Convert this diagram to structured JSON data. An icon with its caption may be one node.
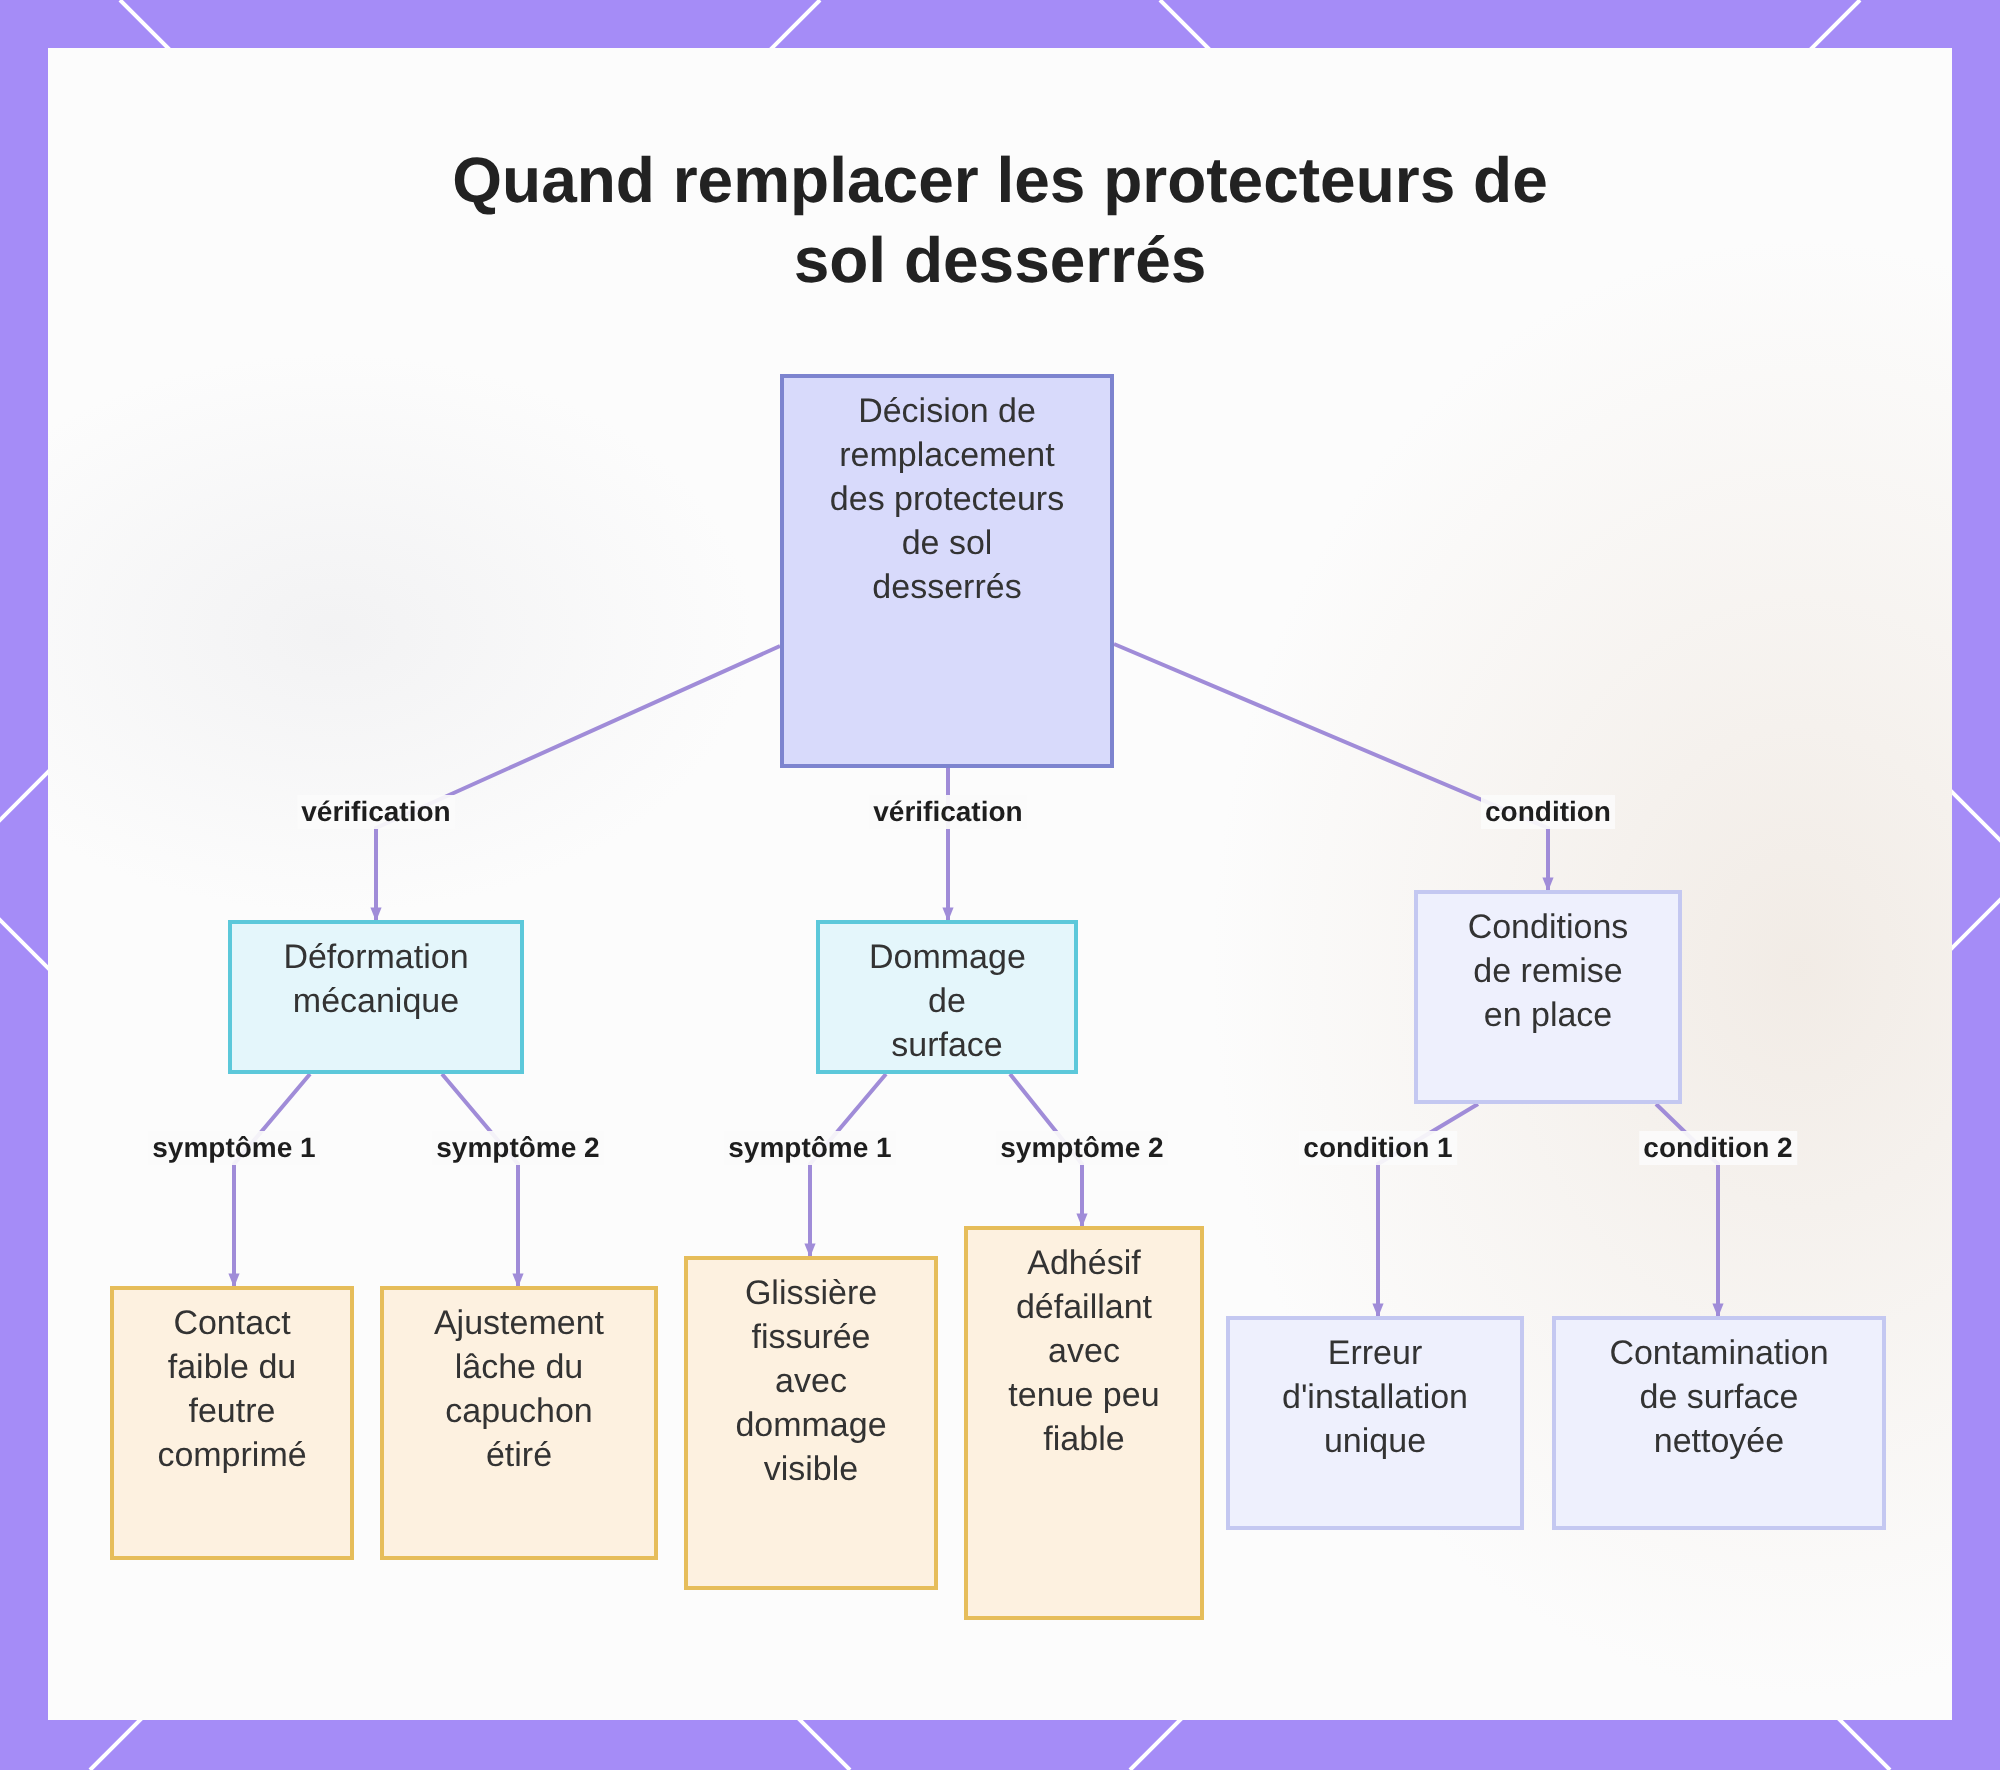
{
  "diagram": {
    "title": "Quand remplacer les protecteurs de sol desserrés",
    "nodes": [
      {
        "text": [
          "Décision de remplacement des protecteurs de sol desserrés"
        ]
      },
      {
        "text": [
          "Déformation mécanique"
        ]
      },
      {
        "text": [
          "Dommage de surface"
        ]
      },
      {
        "text": [
          "Conditions de remise en place"
        ]
      },
      {
        "text": [
          "Contact faible du feutre comprimé"
        ]
      },
      {
        "text": [
          "Ajustement lâche du capuchon étiré"
        ]
      },
      {
        "text": [
          "Glissière fissurée avec dommage visible"
        ]
      },
      {
        "text": [
          "Adhésif défaillant avec tenue peu fiable"
        ]
      },
      {
        "text": [
          "Erreur d'installation unique"
        ]
      },
      {
        "text": [
          "Contamination de surface nettoyée"
        ]
      }
    ],
    "edges": [
      {
        "from": 0,
        "to": 1,
        "arrow": "to",
        "label": "vérification"
      },
      {
        "from": 0,
        "to": 2,
        "arrow": "to",
        "label": "vérification"
      },
      {
        "from": 0,
        "to": 3,
        "arrow": "to",
        "label": "condition"
      },
      {
        "from": 1,
        "to": 4,
        "arrow": "to",
        "label": "symptôme 1"
      },
      {
        "from": 1,
        "to": 5,
        "arrow": "to",
        "label": "symptôme 2"
      },
      {
        "from": 2,
        "to": 6,
        "arrow": "to",
        "label": "symptôme 1"
      },
      {
        "from": 2,
        "to": 7,
        "arrow": "to",
        "label": "symptôme 2"
      },
      {
        "from": 3,
        "to": 8,
        "arrow": "to",
        "label": "condition 1"
      },
      {
        "from": 3,
        "to": 9,
        "arrow": "to",
        "label": "condition 2"
      }
    ]
  }
}
